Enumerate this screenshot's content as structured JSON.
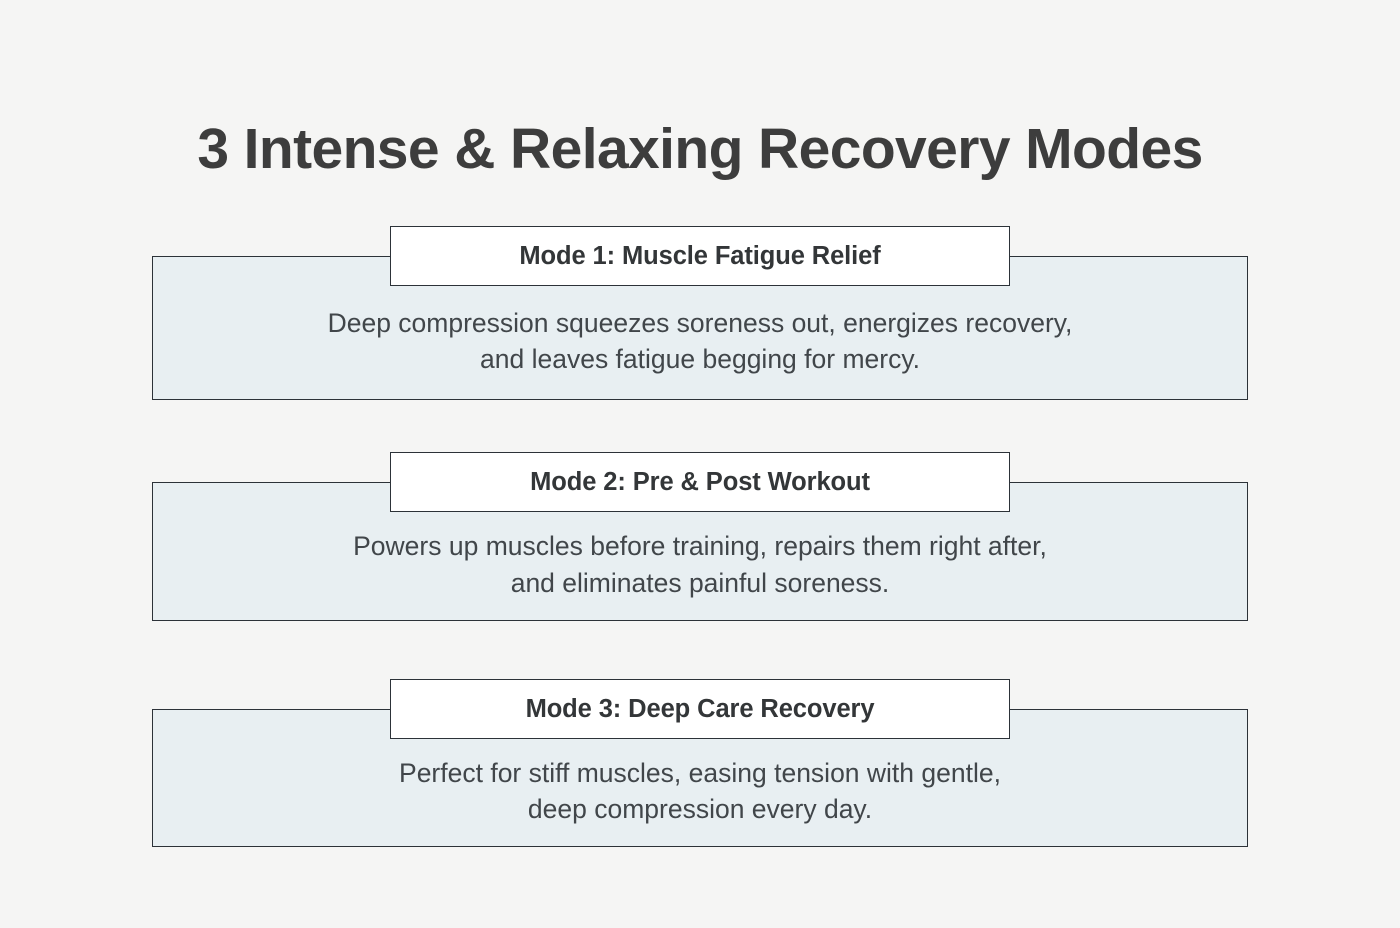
{
  "page": {
    "background_color": "#f5f5f4",
    "title": "3 Intense & Relaxing Recovery Modes"
  },
  "colors": {
    "card_fill": "#e8eff2",
    "card_border": "#2c3238",
    "header_fill": "#ffffff",
    "title_text": "#3d3d3d",
    "header_text": "#333638",
    "body_text": "#41464a"
  },
  "modes": [
    {
      "header": "Mode 1: Muscle Fatigue Relief",
      "description": "Deep compression squeezes soreness out, energizes recovery,\nand leaves fatigue begging for mercy."
    },
    {
      "header": "Mode 2: Pre & Post Workout",
      "description": "Powers up muscles before training, repairs them right after,\nand eliminates painful soreness."
    },
    {
      "header": "Mode 3: Deep Care Recovery",
      "description": "Perfect for stiff muscles, easing tension with gentle,\ndeep compression every day."
    }
  ]
}
